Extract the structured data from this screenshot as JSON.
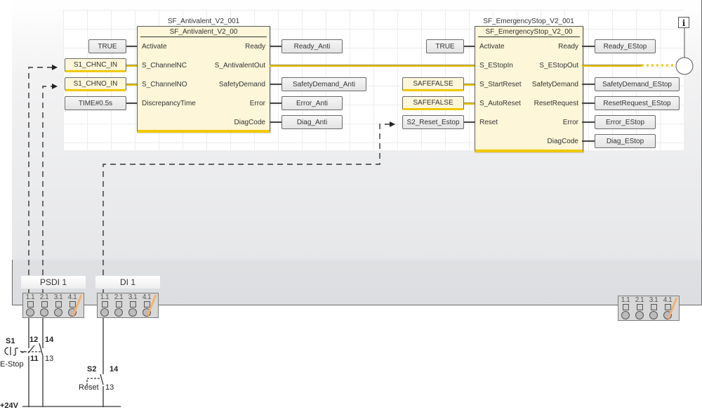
{
  "info_button": {
    "icon": "info-icon",
    "glyph": "i"
  },
  "fb_antivalent": {
    "instance_name": "SF_Antivalent_V2_001",
    "type_name": "SF_Antivalent_V2_00",
    "inputs": [
      "Activate",
      "S_ChannelNC",
      "S_ChannelNO",
      "DiscrepancyTime"
    ],
    "outputs": [
      "Ready",
      "S_AntivalentOut",
      "SafetyDemand",
      "Error",
      "DiagCode"
    ],
    "input_vars": [
      "TRUE",
      "S1_CHNC_IN",
      "S1_CHNO_IN",
      "TIME#0.5s"
    ],
    "output_vars": [
      "Ready_Anti",
      "SafetyDemand_Anti",
      "Error_Anti",
      "Diag_Anti"
    ]
  },
  "fb_estop": {
    "instance_name": "SF_EmergencyStop_V2_001",
    "type_name": "SF_EmergencyStop_V2_00",
    "inputs": [
      "Activate",
      "S_EStopIn",
      "S_StartReset",
      "S_AutoReset",
      "Reset"
    ],
    "outputs": [
      "Ready",
      "S_EStopOut",
      "SafetyDemand",
      "ResetRequest",
      "Error",
      "DiagCode"
    ],
    "input_vars": [
      "TRUE",
      "SAFEFALSE",
      "SAFEFALSE",
      "S2_Reset_Estop"
    ],
    "output_vars": [
      "Ready_EStop",
      "SafetyDemand_EStop",
      "ResetRequest_EStop",
      "Error_EStop",
      "Diag_EStop"
    ]
  },
  "modules": [
    {
      "label": "PSDI 1",
      "terminals": [
        "1.1",
        "2.1",
        "3.1",
        "4.1"
      ]
    },
    {
      "label": "DI 1",
      "terminals": [
        "1.1",
        "2.1",
        "3.1",
        "4.1"
      ]
    },
    {
      "label": "",
      "terminals": [
        "1.1",
        "2.1",
        "3.1",
        "4.1"
      ]
    }
  ],
  "wiring": {
    "s1": {
      "name": "S1",
      "desc": "E-Stop",
      "nc_top": "12",
      "nc_bottom": "11",
      "no_top": "14",
      "no_bottom": "13"
    },
    "s2": {
      "name": "S2",
      "desc": "Reset",
      "no_top": "14",
      "no_bottom": "13"
    },
    "supply": "+24V"
  }
}
